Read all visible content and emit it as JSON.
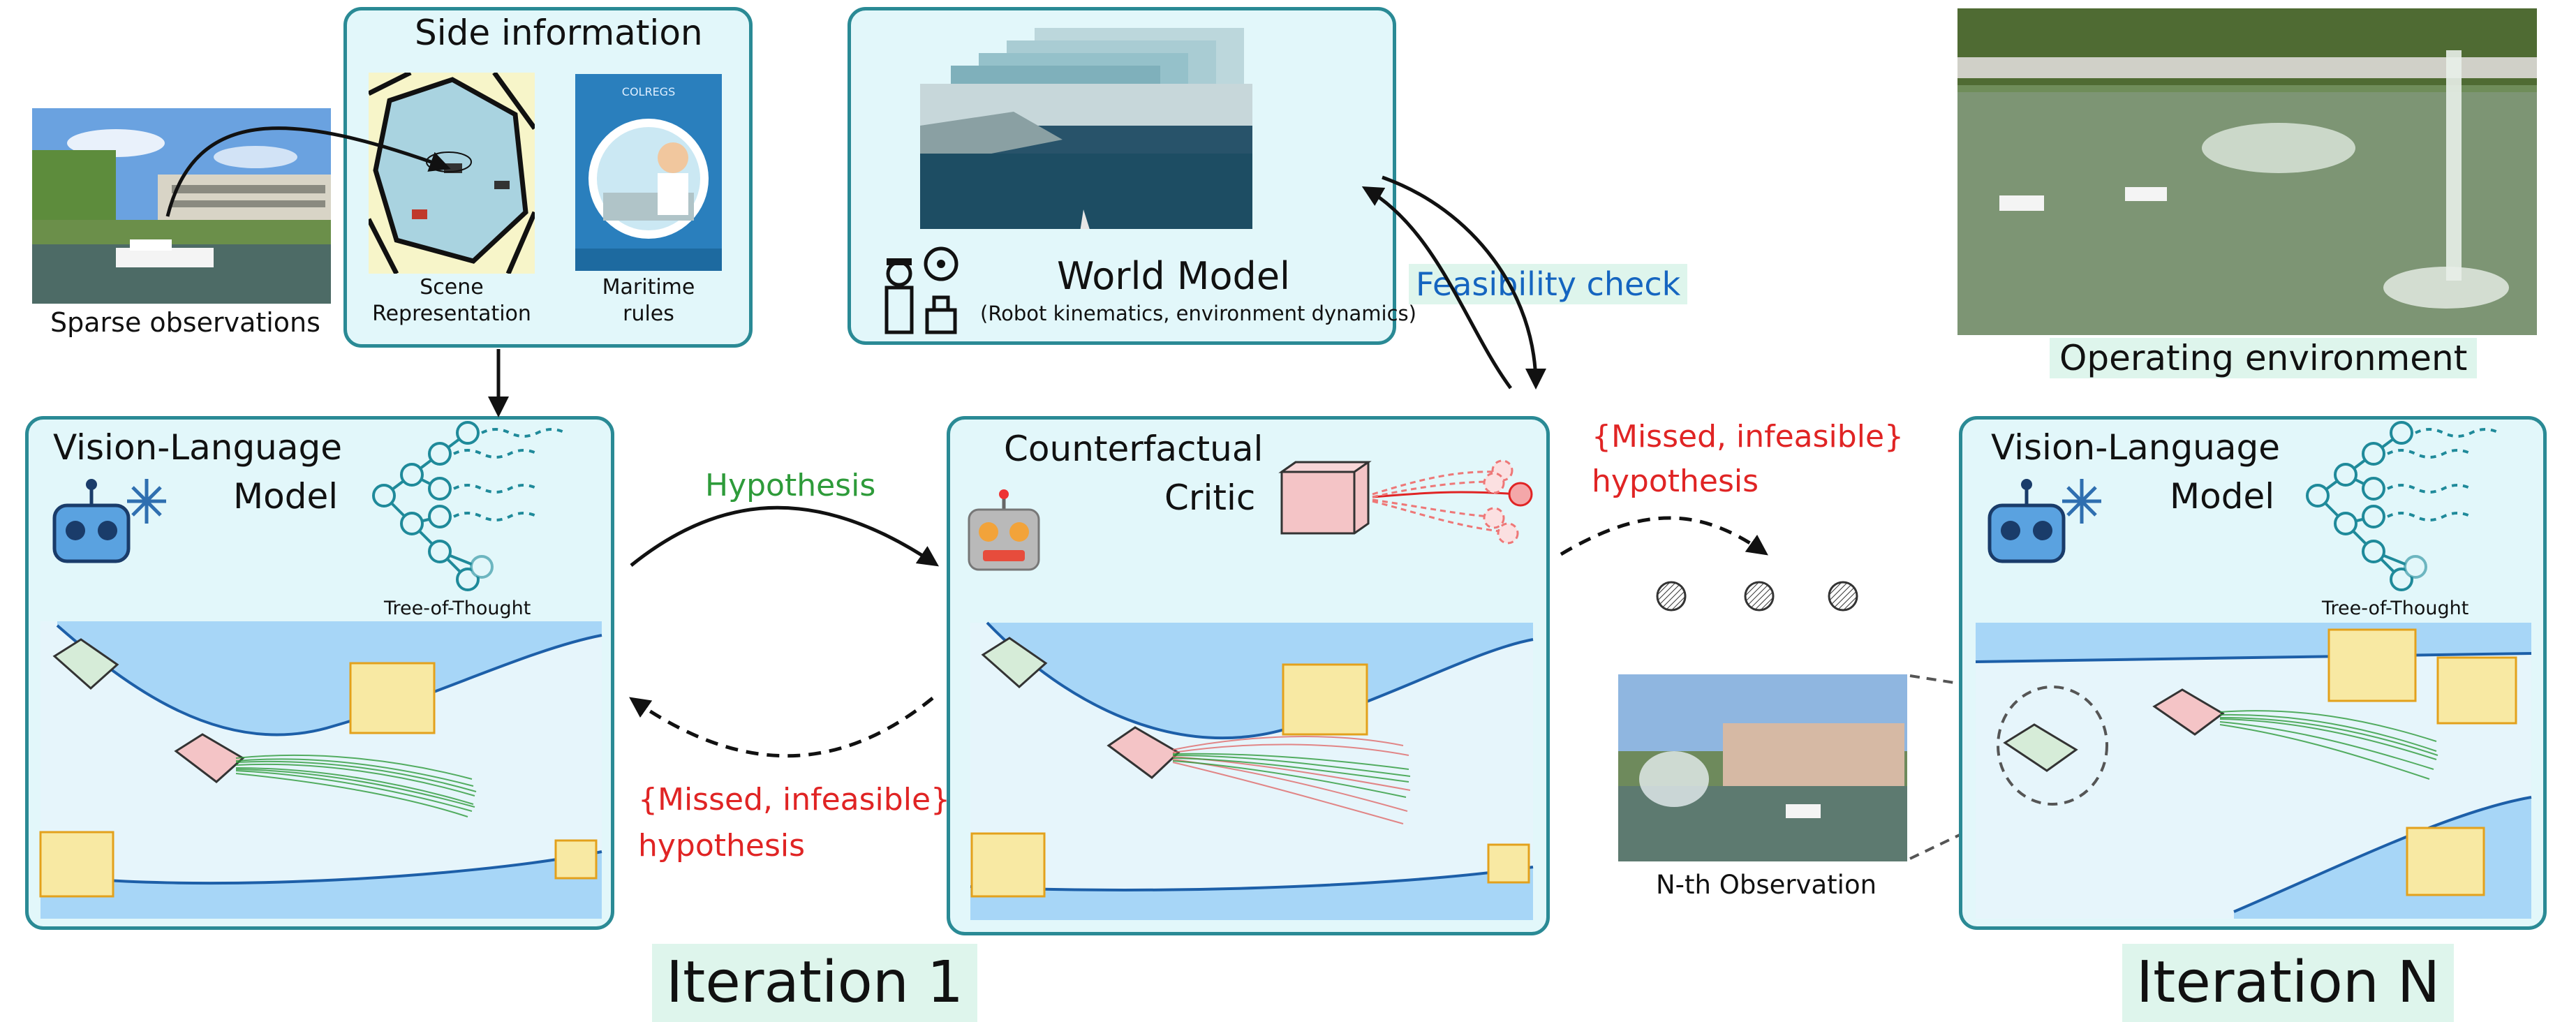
{
  "side_info": {
    "title": "Side information",
    "scene_label_1": "Scene",
    "scene_label_2": "Representation",
    "rules_label_1": "Maritime",
    "rules_label_2": "rules",
    "rules_card_title": "COLREGS"
  },
  "sparse_observations_label": "Sparse observations",
  "world_model": {
    "title": "World Model",
    "subtitle": "(Robot kinematics, environment dynamics)"
  },
  "feasibility_check": "Feasibility check",
  "operating_environment": "Operating environment",
  "vlm_left": {
    "line1": "Vision-Language",
    "line2": "Model",
    "tot_label": "Tree-of-Thought"
  },
  "vlm_right": {
    "line1": "Vision-Language",
    "line2": "Model",
    "tot_label": "Tree-of-Thought"
  },
  "critic": {
    "line1": "Counterfactual",
    "line2": "Critic"
  },
  "hypothesis_label": "Hypothesis",
  "missed_left": {
    "line1": "{Missed, infeasible}",
    "line2": "hypothesis"
  },
  "missed_right": {
    "line1": "{Missed, infeasible}",
    "line2": "hypothesis"
  },
  "nth_observation_label": "N-th Observation",
  "iteration_1": "Iteration 1",
  "iteration_n": "Iteration N",
  "colors": {
    "panel_bg": "#e2f7fa",
    "panel_border": "#2a8a95",
    "hypothesis_green": "#2e9b3a",
    "missed_red": "#e02424",
    "feasibility_blue": "#1565c0",
    "water": "#a7d6f7",
    "obstacle_yellow": "#f8e9a3",
    "robot_pink": "#f4c4c6",
    "box_green": "#d6ecd8"
  }
}
